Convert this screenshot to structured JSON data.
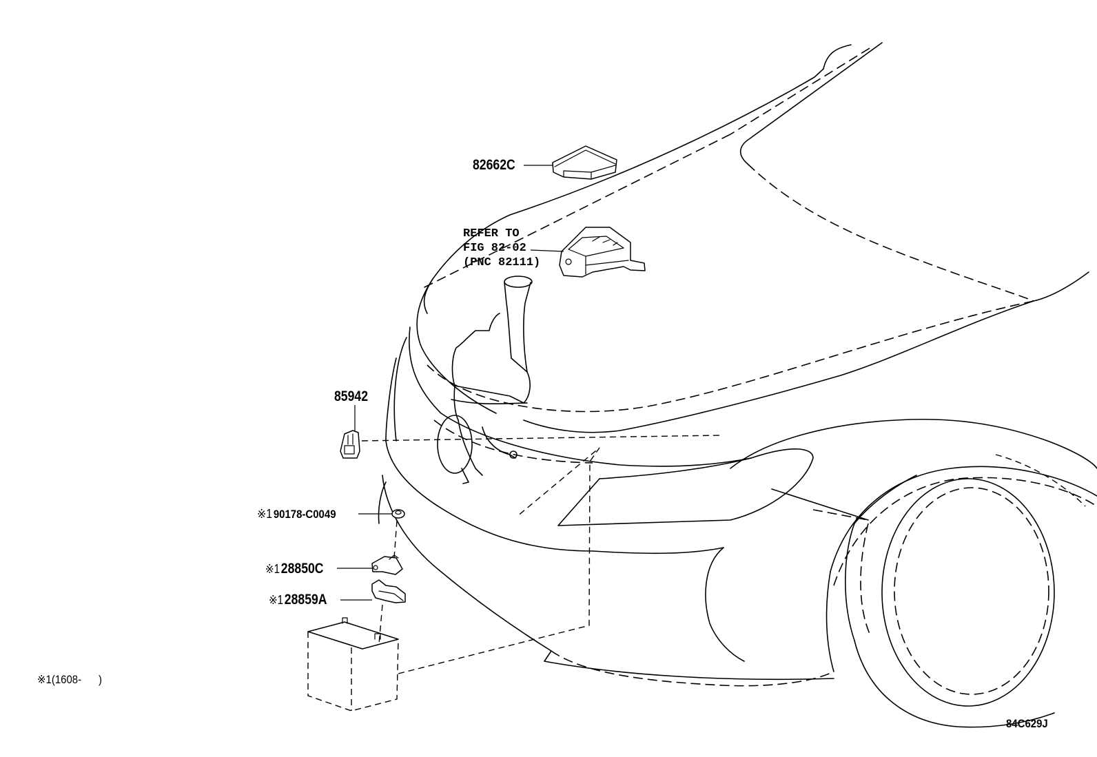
{
  "diagram": {
    "labels": {
      "p82662c": "82662C",
      "refer_line1": "REFER TO",
      "refer_line2": "FIG 82-02",
      "refer_line3": "(PNC 82111)",
      "p85942": "85942",
      "note_mark": "※1",
      "p90178": "90178-C0049",
      "p28850c": "28850C",
      "p28859a": "28859A",
      "footnote": "※1(1608-      )",
      "figure_code": "84C629J"
    }
  }
}
